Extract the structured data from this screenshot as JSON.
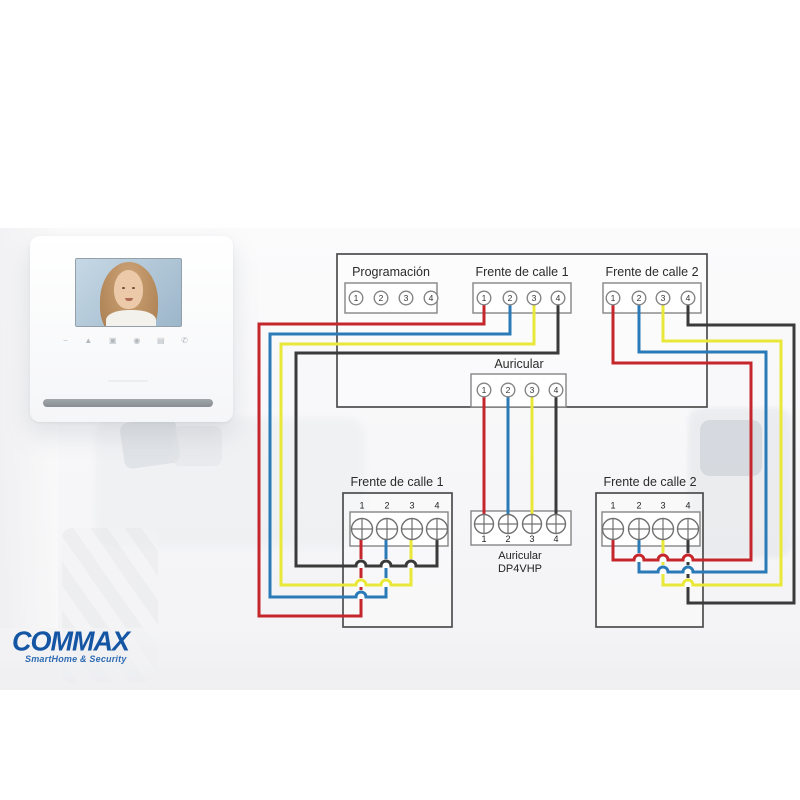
{
  "brand": {
    "name": "COMMAX",
    "tagline": "SmartHome & Security"
  },
  "colors": {
    "red": "#c5262c",
    "blue": "#2b7ab8",
    "yellow": "#e9e838",
    "black": "#3a3a3a",
    "logo": "#1456a4",
    "tagline": "#2f6cb3"
  },
  "monitor": {
    "buttons": [
      {
        "name": "minus-icon",
        "glyph": "−"
      },
      {
        "name": "up-icon",
        "glyph": "▲"
      },
      {
        "name": "display-icon",
        "glyph": "▣"
      },
      {
        "name": "home-icon",
        "glyph": "◉"
      },
      {
        "name": "menu-icon",
        "glyph": "▤"
      },
      {
        "name": "call-icon",
        "glyph": "✆"
      }
    ]
  },
  "diagram": {
    "monitor_unit": {
      "programacion": {
        "label": "Programación",
        "terminals": [
          "1",
          "2",
          "3",
          "4"
        ]
      },
      "frente1": {
        "label": "Frente de calle 1",
        "terminals": [
          "1",
          "2",
          "3",
          "4"
        ]
      },
      "frente2": {
        "label": "Frente de calle 2",
        "terminals": [
          "1",
          "2",
          "3",
          "4"
        ]
      },
      "auricular": {
        "label": "Auricular",
        "terminals": [
          "1",
          "2",
          "3",
          "4"
        ]
      }
    },
    "door_station_1": {
      "label": "Frente de calle 1",
      "terminals": [
        "1",
        "2",
        "3",
        "4"
      ]
    },
    "door_station_2": {
      "label": "Frente de calle 2",
      "terminals": [
        "1",
        "2",
        "3",
        "4"
      ]
    },
    "handset": {
      "label": "Auricular",
      "model": "DP4VHP",
      "terminals": [
        "1",
        "2",
        "3",
        "4"
      ]
    }
  }
}
